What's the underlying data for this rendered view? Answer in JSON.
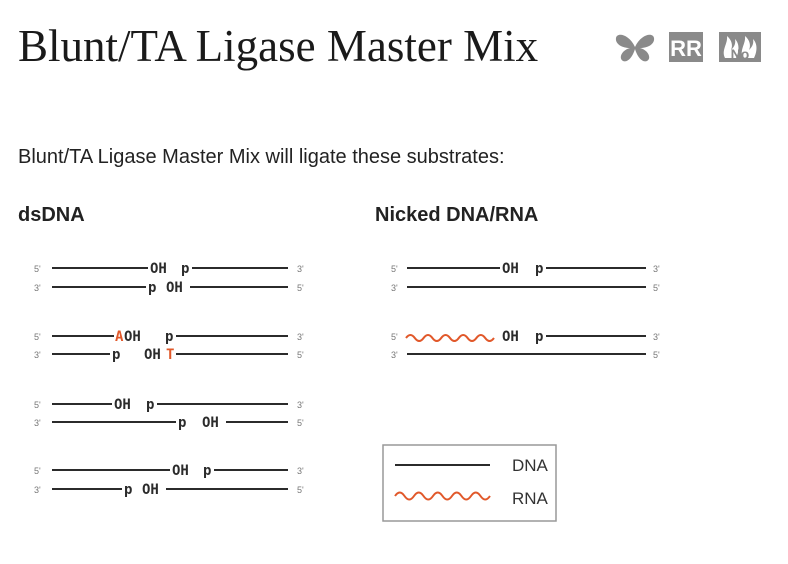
{
  "title": "Blunt/TA Ligase Master Mix",
  "icons": [
    "butterfly-icon",
    "rr-icon",
    "no-heat-icon"
  ],
  "icon_labels": {
    "rr": "RR",
    "no": "No"
  },
  "intro": "Blunt/TA Ligase Master Mix will ligate these substrates:",
  "sections": {
    "dsdna": "dsDNA",
    "nicked": "Nicked DNA/RNA"
  },
  "ends": {
    "five": "5'",
    "three": "3'"
  },
  "marks": {
    "oh": "OH",
    "p": "p",
    "a": "A",
    "t": "T",
    "a_oh": "A-OH",
    "oh_t": "OH-T"
  },
  "legend": {
    "dna": "DNA",
    "rna": "RNA"
  },
  "colors": {
    "strand": "#2b2b2b",
    "accent": "#e1582a",
    "label": "#777777",
    "icon": "#8a8a8a"
  }
}
